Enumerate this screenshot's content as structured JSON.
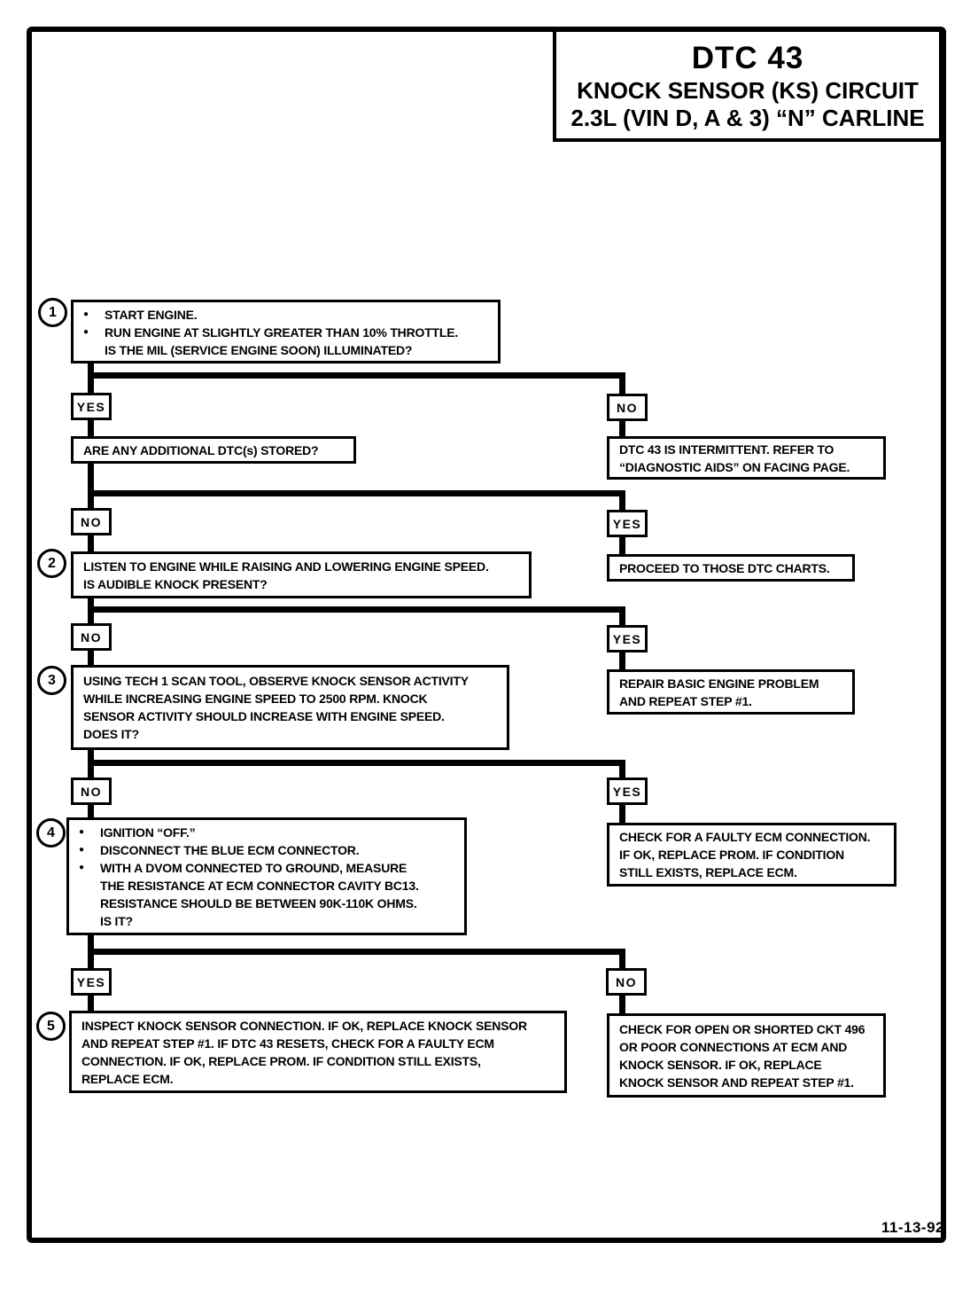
{
  "header": {
    "dtc_title": "DTC 43",
    "subtitle_line1": "KNOCK SENSOR (KS) CIRCUIT",
    "subtitle_line2": "2.3L  (VIN D, A & 3)  “N”  CARLINE"
  },
  "labels": {
    "yes": "YES",
    "no": "NO"
  },
  "glyphs": {
    "bullet": "●"
  },
  "flow": {
    "step1": {
      "num": "1",
      "bullets": [
        "START ENGINE.",
        "RUN ENGINE AT SLIGHTLY GREATER THAN 10% THROTTLE.\nIS THE MIL (SERVICE ENGINE SOON) ILLUMINATED?"
      ]
    },
    "q_additional_dtcs": "ARE ANY ADDITIONAL DTC(s) STORED?",
    "intermittent": "DTC 43 IS INTERMITTENT.  REFER TO\n“DIAGNOSTIC AIDS” ON FACING PAGE.",
    "step2": {
      "num": "2",
      "text": "LISTEN TO ENGINE WHILE RAISING AND LOWERING ENGINE SPEED.\nIS AUDIBLE KNOCK PRESENT?"
    },
    "proceed": "PROCEED TO THOSE DTC CHARTS.",
    "step3": {
      "num": "3",
      "text": "USING TECH 1 SCAN TOOL, OBSERVE KNOCK SENSOR ACTIVITY\nWHILE INCREASING ENGINE SPEED TO 2500 RPM.  KNOCK\nSENSOR ACTIVITY SHOULD INCREASE WITH ENGINE SPEED.\nDOES IT?"
    },
    "repair_basic": "REPAIR BASIC ENGINE PROBLEM\nAND REPEAT STEP #1.",
    "step4": {
      "num": "4",
      "bullets": [
        "IGNITION “OFF.”",
        "DISCONNECT THE BLUE ECM CONNECTOR.",
        "WITH A DVOM CONNECTED TO GROUND, MEASURE\nTHE RESISTANCE AT ECM CONNECTOR CAVITY BC13.\nRESISTANCE SHOULD BE BETWEEN 90K-110K OHMS.\nIS IT?"
      ]
    },
    "faulty_ecm": "CHECK FOR A FAULTY ECM CONNECTION.\nIF OK, REPLACE PROM.  IF CONDITION\nSTILL EXISTS, REPLACE ECM.",
    "step5": {
      "num": "5",
      "text": "INSPECT KNOCK SENSOR CONNECTION.  IF OK, REPLACE KNOCK SENSOR\nAND REPEAT STEP #1.  IF DTC 43 RESETS, CHECK FOR A FAULTY ECM\nCONNECTION.  IF OK, REPLACE PROM.  IF CONDITION STILL EXISTS,\nREPLACE ECM."
    },
    "ckt496": "CHECK FOR OPEN OR SHORTED CKT 496\nOR POOR CONNECTIONS AT ECM AND\nKNOCK SENSOR.  IF OK, REPLACE\nKNOCK SENSOR AND REPEAT STEP #1."
  },
  "footer": {
    "date": "11-13-92"
  }
}
